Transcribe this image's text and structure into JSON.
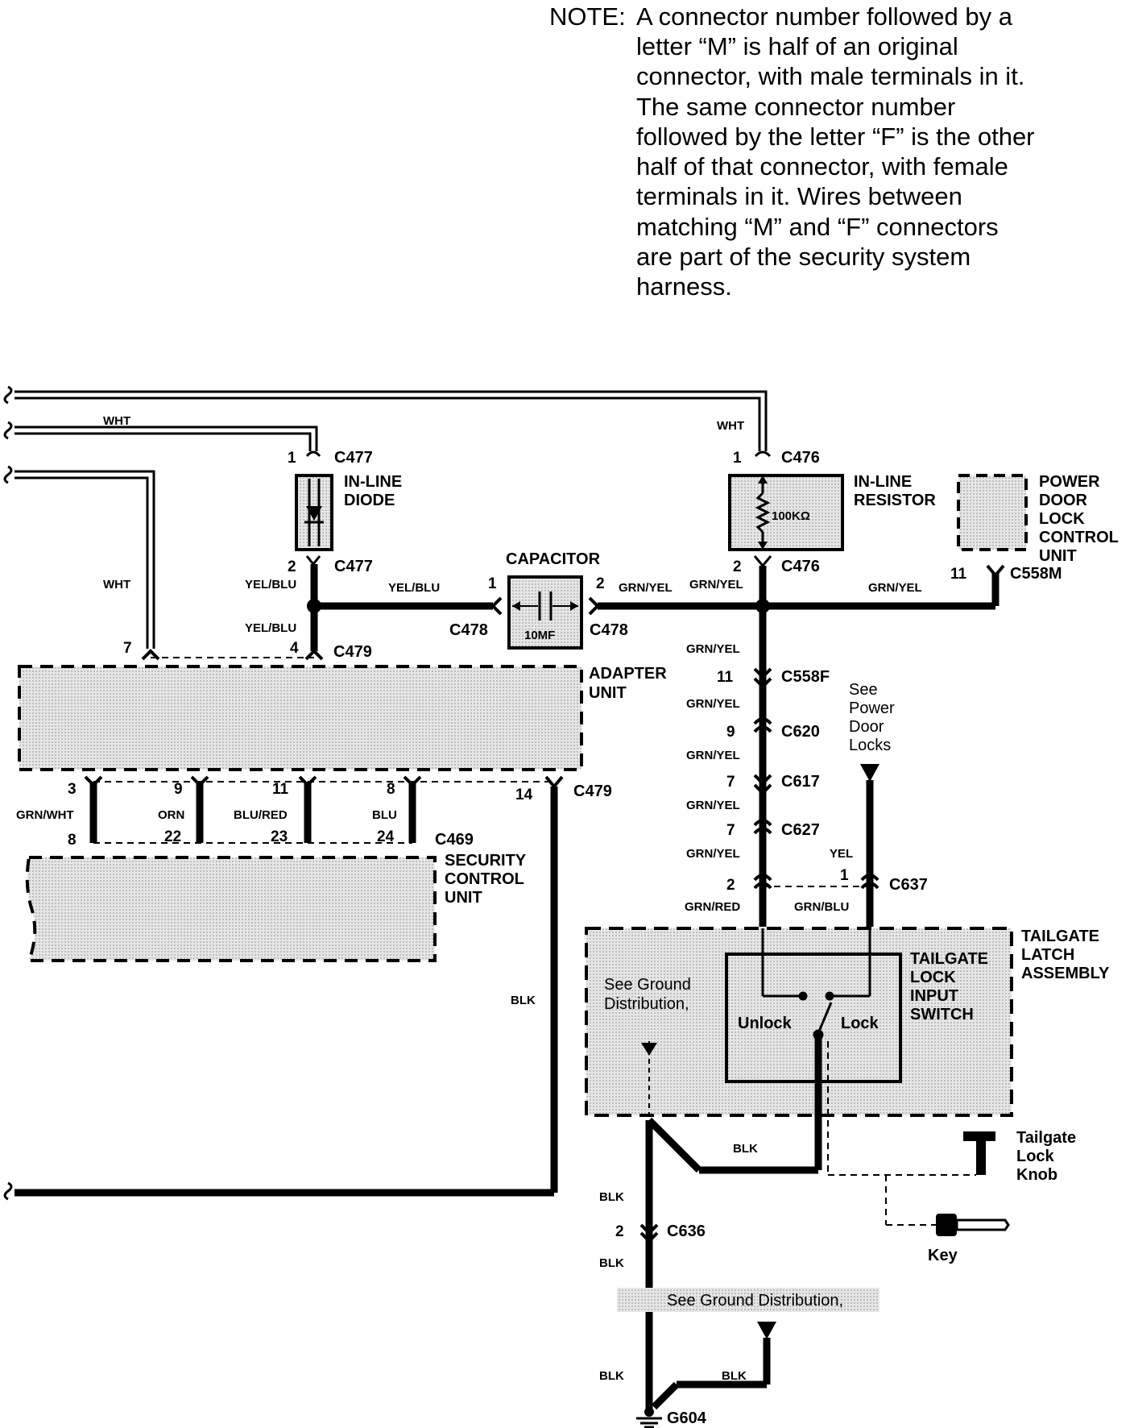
{
  "note": {
    "prefix": "NOTE:",
    "lines": [
      "A connector number followed by a",
      "letter “M” is half of an original",
      "connector, with male terminals in it.",
      "The same connector number",
      "followed by the letter “F” is the other",
      "half of that connector, with female",
      "terminals in it. Wires between",
      "matching “M” and “F” connectors",
      "are part of the security system",
      "harness."
    ]
  },
  "components": {
    "inline_diode": [
      "IN-LINE",
      "DIODE"
    ],
    "inline_resistor": [
      "IN-LINE",
      "RESISTOR"
    ],
    "resistor_value": "100KΩ",
    "capacitor": "CAPACITOR",
    "capacitor_value": "10MF",
    "power_door_lock": [
      "POWER",
      "DOOR",
      "LOCK",
      "CONTROL",
      "UNIT"
    ],
    "adapter_unit": [
      "ADAPTER",
      "UNIT"
    ],
    "security_control_unit": [
      "SECURITY",
      "CONTROL",
      "UNIT"
    ],
    "tailgate_latch_assembly": [
      "TAILGATE",
      "LATCH",
      "ASSEMBLY"
    ],
    "tailgate_lock_input_switch": [
      "TAILGATE",
      "LOCK",
      "INPUT",
      "SWITCH"
    ],
    "switch_unlock": "Unlock",
    "switch_lock": "Lock",
    "tailgate_lock_knob": [
      "Tailgate",
      "Lock",
      "Knob"
    ],
    "key": "Key",
    "see_power_door_locks": [
      "See",
      "Power",
      "Door",
      "Locks"
    ],
    "see_ground_distribution_inner": [
      "See Ground",
      "Distribution,"
    ],
    "see_ground_distribution_bottom": "See Ground Distribution,"
  },
  "connectors": {
    "c477": "C477",
    "c476": "C476",
    "c478": "C478",
    "c479": "C479",
    "c558f": "C558F",
    "c558m": "C558M",
    "c620": "C620",
    "c617": "C617",
    "c627": "C627",
    "c637": "C637",
    "c469": "C469",
    "c636": "C636",
    "g604": "G604"
  },
  "wires": {
    "wht": "WHT",
    "yel_blu": "YEL/BLU",
    "grn_yel": "GRN/YEL",
    "grn_wht": "GRN/WHT",
    "orn": "ORN",
    "blu_red": "BLU/RED",
    "blu": "BLU",
    "blk": "BLK",
    "yel": "YEL",
    "grn_red": "GRN/RED",
    "grn_blu": "GRN/BLU"
  },
  "pins": {
    "p1": "1",
    "p2": "2",
    "p3": "3",
    "p4": "4",
    "p7": "7",
    "p8": "8",
    "p9": "9",
    "p11": "11",
    "p14": "14",
    "p22": "22",
    "p23": "23",
    "p24": "24"
  }
}
